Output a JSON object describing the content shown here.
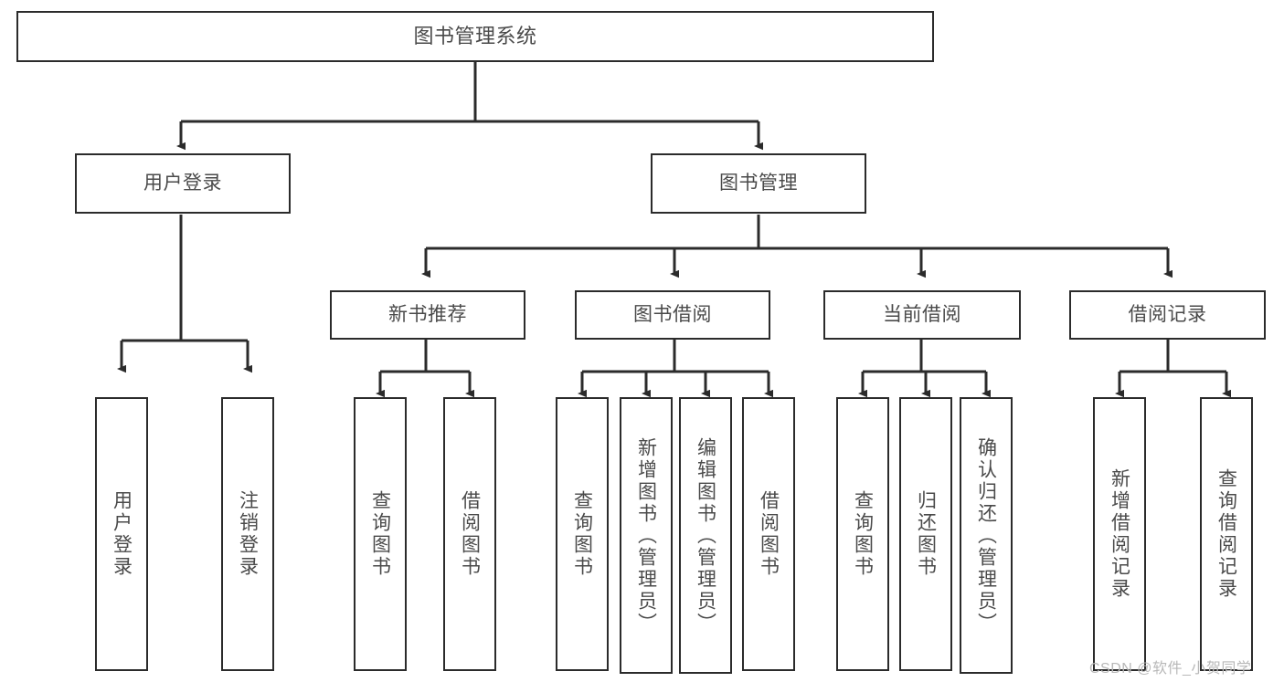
{
  "diagram": {
    "title": "图书管理系统",
    "watermark": "CSDN @软件_小贺同学",
    "colors": {
      "box_border": "#2b2b2b",
      "box_fill": "#ffffff",
      "connector": "#2b2b2b",
      "text": "#4a4a4a",
      "watermark": "#b8b8b8"
    },
    "levels": {
      "root": "图书管理系统",
      "level2": [
        "用户登录",
        "图书管理"
      ],
      "level3": [
        "新书推荐",
        "图书借阅",
        "当前借阅",
        "借阅记录"
      ]
    },
    "nodes": {
      "root": {
        "label": "图书管理系统"
      },
      "user_login": {
        "label": "用户登录"
      },
      "book_manage": {
        "label": "图书管理"
      },
      "new_book_rec": {
        "label": "新书推荐"
      },
      "book_borrow": {
        "label": "图书借阅"
      },
      "current_borrow": {
        "label": "当前借阅"
      },
      "borrow_record": {
        "label": "借阅记录"
      },
      "leaf_user_login": {
        "label": "用户登录"
      },
      "leaf_logout": {
        "label": "注销登录"
      },
      "leaf_query_book_1": {
        "label": "查询图书"
      },
      "leaf_borrow_book_1": {
        "label": "借阅图书"
      },
      "leaf_query_book_2": {
        "label": "查询图书"
      },
      "leaf_add_book_admin": {
        "label": "新增图书（管理员）"
      },
      "leaf_edit_book_admin": {
        "label": "编辑图书（管理员）"
      },
      "leaf_borrow_book_2": {
        "label": "借阅图书"
      },
      "leaf_query_book_3": {
        "label": "查询图书"
      },
      "leaf_return_book": {
        "label": "归还图书"
      },
      "leaf_confirm_return_admin": {
        "label": "确认归还（管理员）"
      },
      "leaf_add_record": {
        "label": "新增借阅记录"
      },
      "leaf_query_record": {
        "label": "查询借阅记录"
      }
    }
  }
}
